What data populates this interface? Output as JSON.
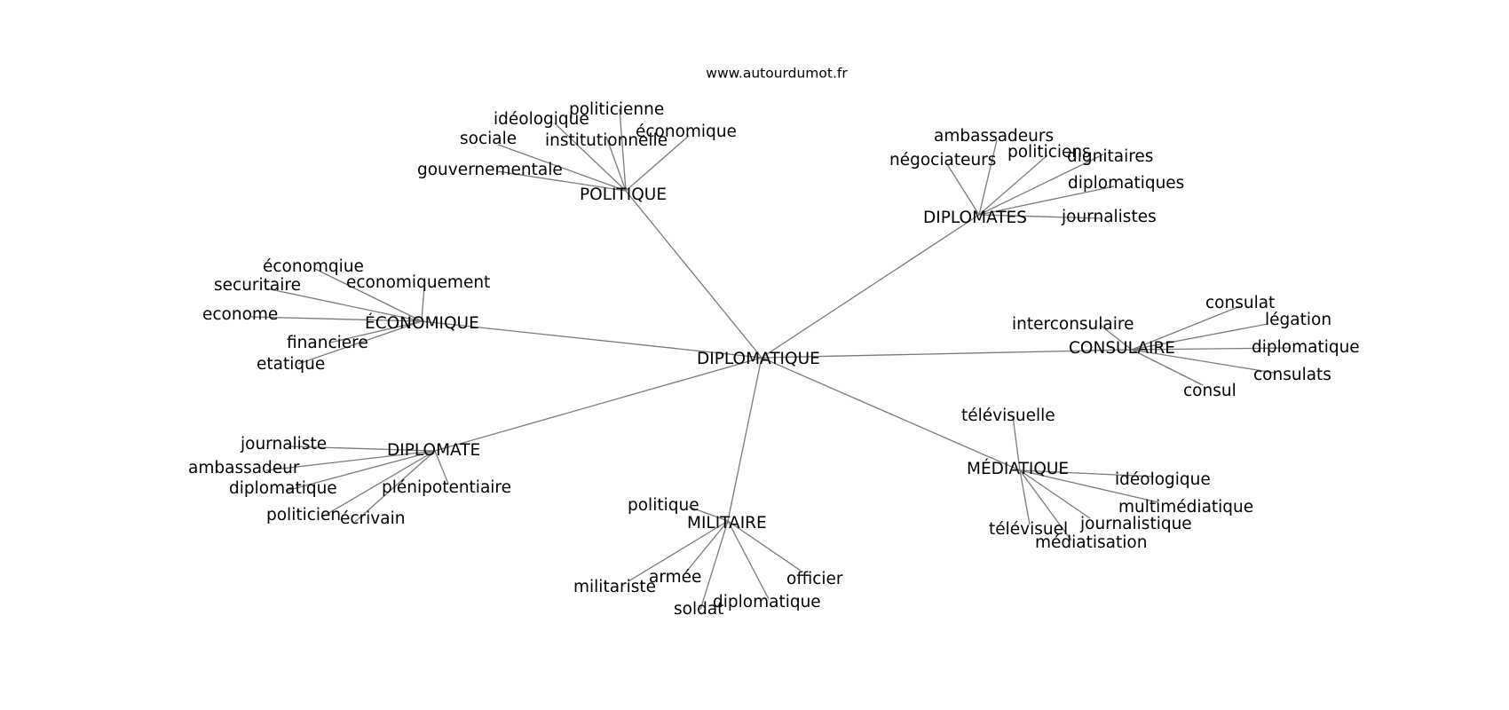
{
  "site": "www.autourdumot.fr",
  "center": "DIPLOMATIQUE",
  "hubs": [
    {
      "label": "POLITIQUE",
      "words": [
        "politicienne",
        "idéologique",
        "institutionnelle",
        "économique",
        "sociale",
        "gouvernementale"
      ]
    },
    {
      "label": "DIPLOMATES",
      "words": [
        "ambassadeurs",
        "négociateurs",
        "politiciens",
        "dignitaires",
        "diplomatiques",
        "journalistes"
      ]
    },
    {
      "label": "ÉCONOMIQUE",
      "words": [
        "économqiue",
        "securitaire",
        "economiquement",
        "econome",
        "financiere",
        "etatique"
      ]
    },
    {
      "label": "CONSULAIRE",
      "words": [
        "consulat",
        "interconsulaire",
        "légation",
        "diplomatique",
        "consulats",
        "consul"
      ]
    },
    {
      "label": "DIPLOMATE",
      "words": [
        "journaliste",
        "ambassadeur",
        "diplomatique",
        "plénipotentiaire",
        "politicien",
        "écrivain"
      ]
    },
    {
      "label": "MÉDIATIQUE",
      "words": [
        "télévisuelle",
        "idéologique",
        "multimédiatique",
        "journalistique",
        "télévisuel",
        "médiatisation"
      ]
    },
    {
      "label": "MILITAIRE",
      "words": [
        "politique",
        "militariste",
        "armée",
        "officier",
        "soldat",
        "diplomatique"
      ]
    }
  ]
}
